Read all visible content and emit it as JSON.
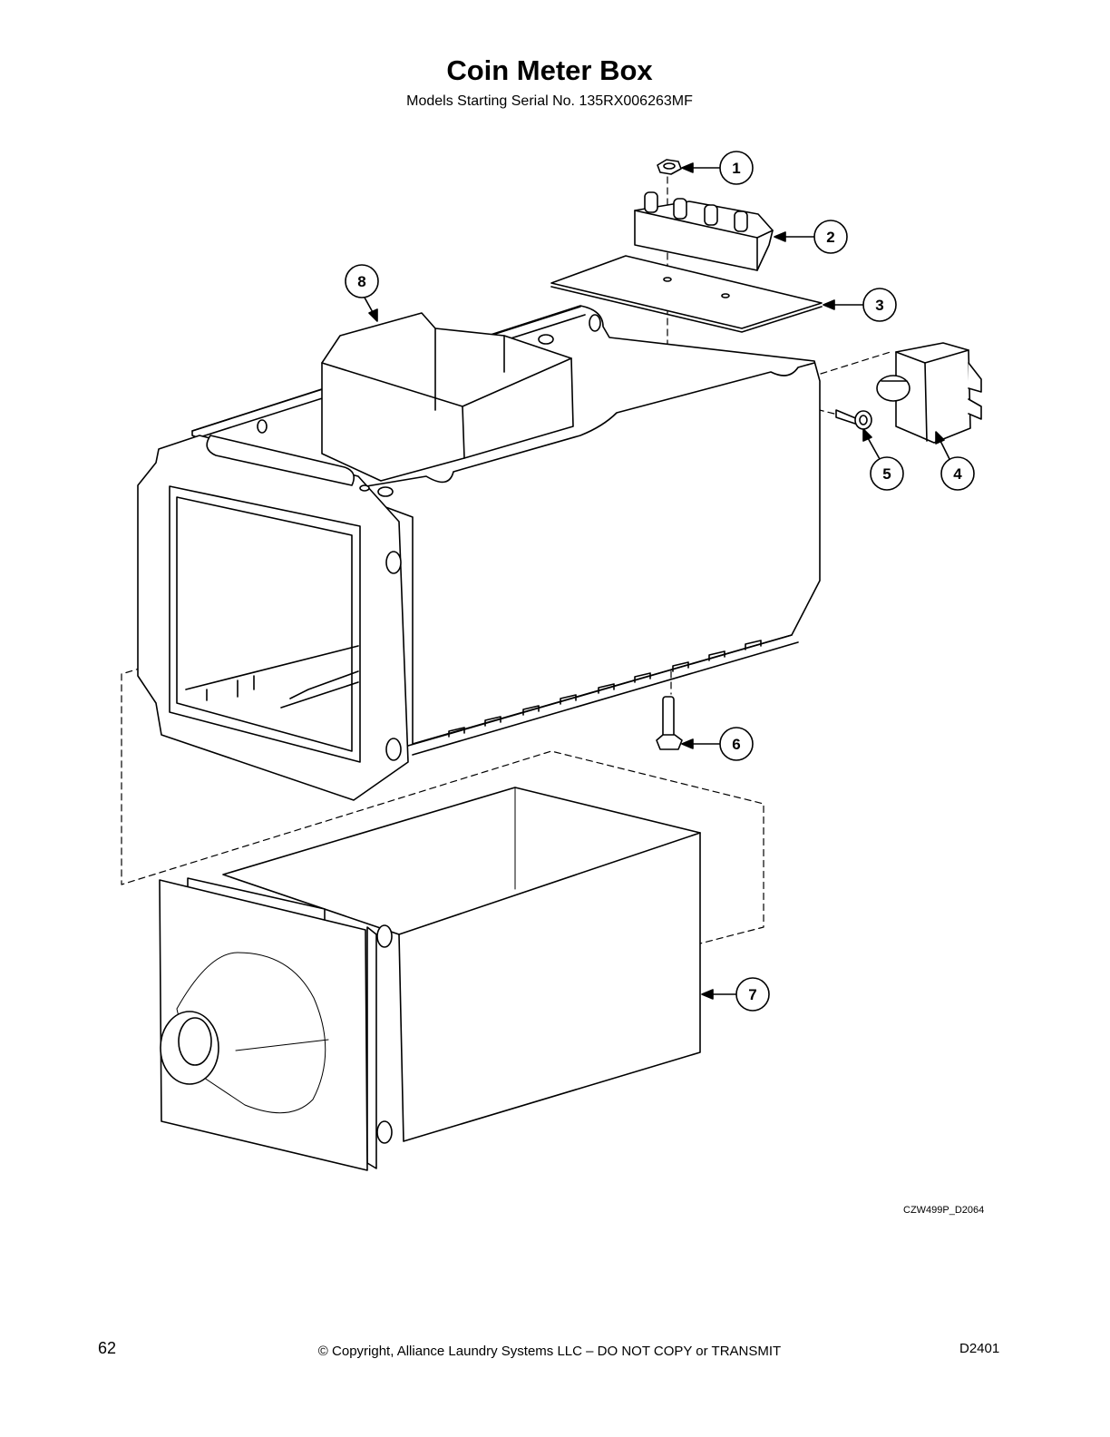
{
  "header": {
    "title": "Coin Meter Box",
    "subtitle": "Models Starting Serial No. 135RX006263MF"
  },
  "callouts": [
    "1",
    "2",
    "3",
    "4",
    "5",
    "6",
    "7",
    "8"
  ],
  "drawing_id": "CZW499P_D2064",
  "footer": {
    "page_number": "62",
    "copyright": "© Copyright, Alliance Laundry Systems LLC – DO NOT COPY or TRANSMIT",
    "doc_code": "D2401"
  }
}
